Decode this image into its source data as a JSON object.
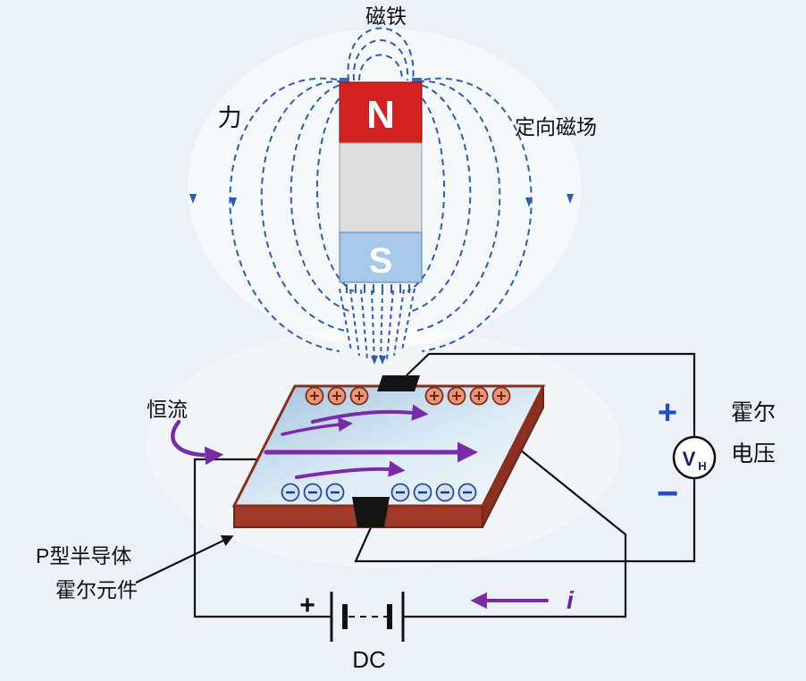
{
  "page": {
    "background": "#ebf1f6"
  },
  "diagram": {
    "magnet": {
      "label": "磁铁",
      "north_label": "N",
      "south_label": "S",
      "north_color": "#d42222",
      "south_color": "#a6c9e9",
      "body_color": "#dfdfdf"
    },
    "field": {
      "force_label": "力",
      "direction_label": "定向磁场",
      "line_color": "#2b5cb8"
    },
    "slab": {
      "label_line1": "P型半导体",
      "label_line2": "霍尔元件",
      "positive_symbol": "+",
      "negative_symbol": "−",
      "positive_count": 7,
      "negative_count": 7,
      "arrow_color": "#7b2aa8",
      "edge_color": "#a03a26"
    },
    "current": {
      "constant_label": "恒流",
      "symbol": "i"
    },
    "meter": {
      "symbol": "V",
      "subscript": "H",
      "plus": "+",
      "minus": "−",
      "label_line1": "霍尔",
      "label_line2": "电压",
      "terminal_color": "#2050c8"
    },
    "battery": {
      "plus": "+",
      "label": "DC"
    }
  }
}
